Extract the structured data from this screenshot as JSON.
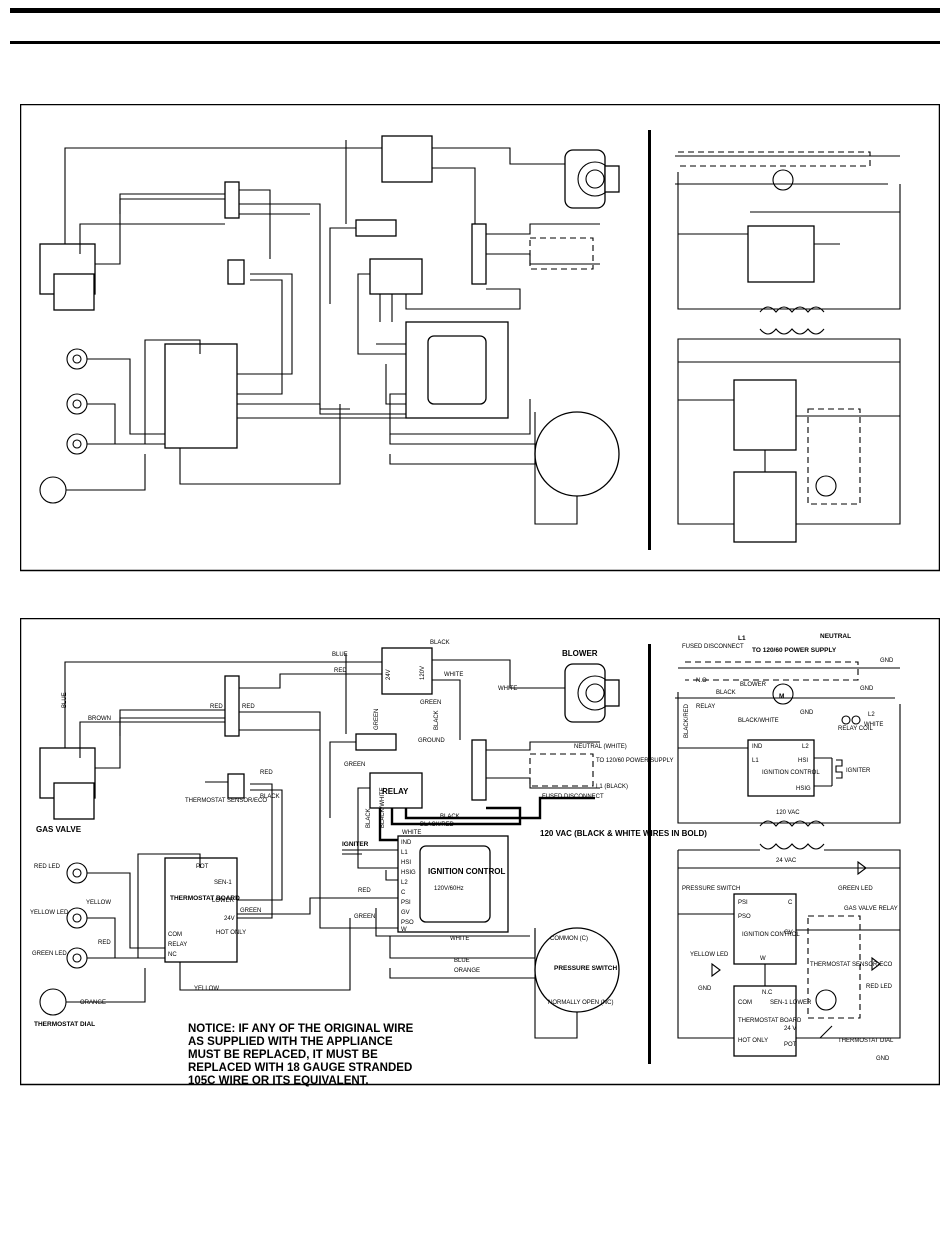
{
  "lower": {
    "wiring": {
      "wire_blue": "BLUE",
      "wire_brown": "BROWN",
      "wire_red_1": "RED",
      "wire_red_2": "RED",
      "wire_red_3": "RED",
      "wire_red_4": "RED",
      "wire_red_5": "RED",
      "wire_red_6": "RED",
      "wire_blue_top": "BLUE",
      "wire_black_1": "BLACK",
      "wire_black_2": "BLACK",
      "wire_black_3": "BLACK",
      "wire_black_4": "BLACK",
      "wire_black_5": "BLACK",
      "wire_white_1": "WHITE",
      "wire_white_2": "WHITE",
      "wire_white_3": "WHITE",
      "wire_white_4": "WHITE",
      "wire_green_1": "GREEN",
      "wire_green_2": "GREEN",
      "wire_green_3": "GREEN",
      "wire_green_4": "GREEN",
      "wire_green_5": "GREEN",
      "wire_yellow_1": "YELLOW",
      "wire_yellow_2": "YELLOW",
      "wire_orange_1": "ORANGE",
      "wire_orange_2": "ORANGE",
      "wire_black_white": "BLACK/WHITE",
      "wire_black_red": "BLACK/RED",
      "wire_blue_ps": "BLUE",
      "label_24v": "24V",
      "label_120v": "120V",
      "ground": "GROUND",
      "blower": "BLOWER",
      "relay": "RELAY",
      "igniter": "IGNITER",
      "gas_valve": "GAS VALVE",
      "thermostat_sensor": "THERMOSTAT SENSOR/ECO",
      "thermostat_board": "THERMOSTAT BOARD",
      "thermostat_dial": "THERMOSTAT DIAL",
      "red_led": "RED LED",
      "yellow_led": "YELLOW LED",
      "green_led": "GREEN LED",
      "pot": "POT",
      "sen1": "SEN-1",
      "lower_term": "LOWER",
      "v24": "24V",
      "hot_only": "HOT ONLY",
      "com": "COM",
      "relay_term": "RELAY",
      "nc_term": "NC",
      "neutral_white": "NEUTRAL (WHITE)",
      "to_power": "TO 120/60 POWER SUPPLY",
      "l1_black": "L1 (BLACK)",
      "fused": "FUSED DISCONNECT",
      "vac_note": "120 VAC (BLACK & WHITE WIRES IN BOLD)",
      "ignition_control": "IGNITION CONTROL",
      "ignition_power": "120V/60Hz",
      "ic_terms": [
        "IND",
        "L1",
        "HSI",
        "HSIG",
        "L2",
        "C",
        "PSI",
        "GV",
        "PSO",
        "W"
      ],
      "pressure_switch": "PRESSURE SWITCH",
      "common_c": "COMMON (C)",
      "normally_open": "NORMALLY OPEN (NC)",
      "notice": [
        "NOTICE:  IF ANY OF THE ORIGINAL WIRE",
        "AS SUPPLIED WITH THE APPLIANCE",
        "MUST BE REPLACED, IT MUST BE",
        "REPLACED WITH 18 GAUGE STRANDED",
        "105C WIRE OR ITS EQUIVALENT."
      ]
    },
    "ladder": {
      "fused_disconnect": "FUSED DISCONNECT",
      "l1": "L1",
      "to_power": "TO 120/60 POWER SUPPLY",
      "neutral": "NEUTRAL",
      "gnd": "GND",
      "no": "N.O",
      "black": "BLACK",
      "blower": "BLOWER",
      "m": "M",
      "relay": "RELAY",
      "black_red": "BLACK/RED",
      "black_white": "BLACK/WHITE",
      "l2": "L2",
      "white": "WHITE",
      "relay_coil": "RELAY COIL",
      "ind": "IND",
      "l1_term": "L1",
      "hsi": "HSI",
      "hsig": "HSIG",
      "ignition_control": "IGNITION CONTROL",
      "igniter": "IGNITER",
      "vac120": "120 VAC",
      "vac24": "24 VAC",
      "green_led": "GREEN LED",
      "pressure_switch": "PRESSURE SWITCH",
      "psi": "PSI",
      "pso": "PSO",
      "c": "C",
      "gv": "GV",
      "w": "W",
      "gas_valve_relay": "GAS VALVE RELAY",
      "yellow_led": "YELLOW LED",
      "thermostat_sensor": "THERMOSTAT SENSOR-ECO",
      "red_led": "RED LED",
      "nc": "N.C",
      "sen1_lower": "SEN-1 LOWER",
      "com": "COM",
      "thermostat_board": "THERMOSTAT BOARD",
      "v24": "24 V",
      "hot_only": "HOT ONLY",
      "pot": "POT",
      "thermostat_dial": "THERMOSTAT DIAL"
    }
  }
}
